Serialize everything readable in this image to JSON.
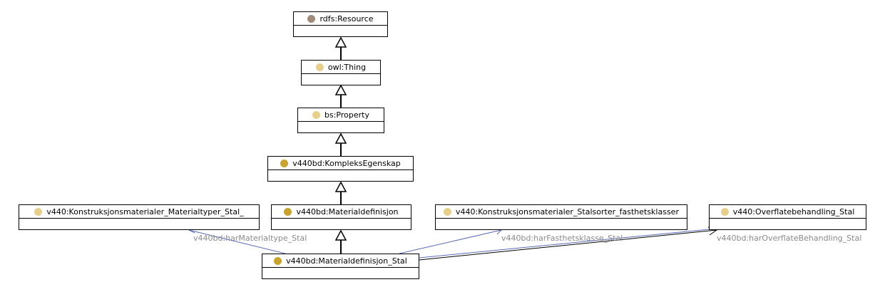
{
  "nodes": {
    "rdfs_resource": {
      "label": "rdfs:Resource",
      "dot": "#a08a78"
    },
    "owl_thing": {
      "label": "owl:Thing",
      "dot": "#e6cf8c"
    },
    "bs_property": {
      "label": "bs:Property",
      "dot": "#e6cf8c"
    },
    "kompleks_egenskap": {
      "label": "v440bd:KompleksEgenskap",
      "dot": "#c9a230"
    },
    "materialtyper_stal": {
      "label": "v440:Konstruksjonsmaterialer_Materialtyper_Stal_",
      "dot": "#e6cf8c"
    },
    "materialdefinisjon": {
      "label": "v440bd:Materialdefinisjon",
      "dot": "#c9a230"
    },
    "stalsorter": {
      "label": "v440:Konstruksjonsmaterialer_Stalsorter_fasthetsklasser",
      "dot": "#e6cf8c"
    },
    "overflatebehandling": {
      "label": "v440:Overflatebehandling_Stal",
      "dot": "#e6cf8c"
    },
    "materialdefinisjon_stal": {
      "label": "v440bd:Materialdefinisjon_Stal",
      "dot": "#c9a230"
    }
  },
  "edges": {
    "har_materialtype": "v440bd:harMaterialtype_Stal",
    "har_fasthetsklasse": "v440bd:harFasthetsklasse_Stal",
    "har_overflatebehandling": "v440bd:harOverflateBehandling_Stal"
  }
}
